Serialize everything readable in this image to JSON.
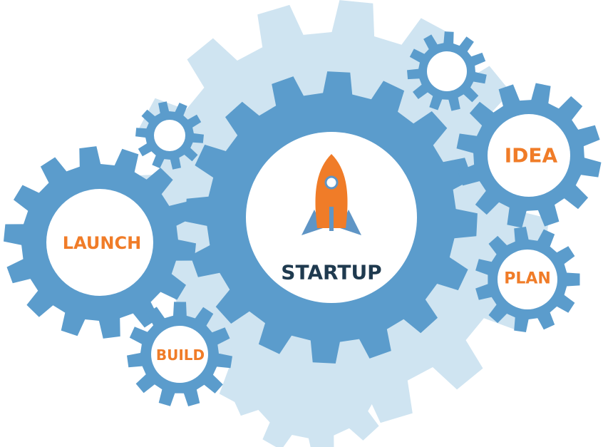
{
  "colors": {
    "background": "#ffffff",
    "gear_back": "#cfe4f1",
    "gear_back_inner": "#e4f0f7",
    "gear_main": "#5b9ccc",
    "gear_main_shadow": "#4d89b8",
    "gear_center": "#ffffff",
    "label_orange": "#f07c28",
    "label_dark": "#1f3a4f",
    "rocket_orange": "#f07c28",
    "rocket_fin": "#5f95c5"
  },
  "gears": {
    "center": {
      "label": "STARTUP",
      "icon": "rocket-icon"
    },
    "launch": {
      "label": "LAUNCH"
    },
    "idea": {
      "label": "IDEA"
    },
    "plan": {
      "label": "PLAN"
    },
    "build": {
      "label": "BUILD"
    },
    "small_top_left": {
      "label": ""
    },
    "small_top_right": {
      "label": ""
    }
  }
}
